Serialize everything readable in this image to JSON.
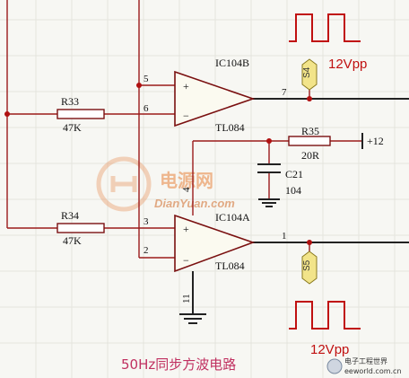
{
  "title": "50Hz同步方波电路",
  "ic_top": {
    "name": "IC104B",
    "type": "TL084",
    "pin_plus": "5",
    "pin_minus": "6",
    "pin_out": "7",
    "plus_sign": "+",
    "minus_sign": "−"
  },
  "ic_bottom": {
    "name": "IC104A",
    "type": "TL084",
    "pin_plus": "3",
    "pin_minus": "2",
    "pin_out": "1",
    "pin_supply": "4",
    "pin_gnd": "11",
    "plus_sign": "+",
    "minus_sign": "−"
  },
  "r33": {
    "name": "R33",
    "value": "47K"
  },
  "r34": {
    "name": "R34",
    "value": "47K"
  },
  "r35": {
    "name": "R35",
    "value": "20R"
  },
  "c21": {
    "name": "C21",
    "value": "104"
  },
  "supply": {
    "label": "+12"
  },
  "probe_top": {
    "name": "S4",
    "amplitude": "12Vpp"
  },
  "probe_bottom": {
    "name": "S5",
    "amplitude": "12Vpp"
  },
  "watermark": {
    "cn": "电源网",
    "en": "DianYuan.com"
  },
  "corner_logo": {
    "text1": "电子工程世界",
    "text2": "eeworld.com.cn"
  },
  "colors": {
    "wire": "#9b1b1b",
    "signal": "#c01010",
    "probe": "#f2e48a",
    "caption": "#c03060"
  }
}
